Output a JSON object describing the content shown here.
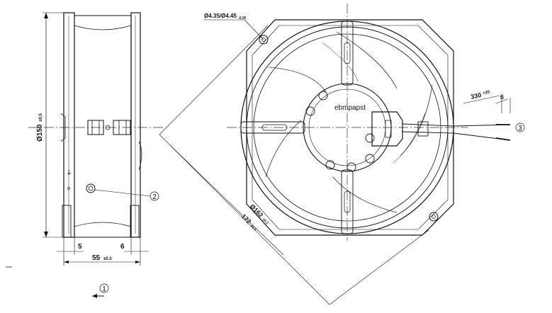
{
  "brand": "ebmpapst",
  "dimensions": {
    "hole_base": "Ø4.35/Ø4.45",
    "hole_tol": "-0.05",
    "side_diameter_base": "Ø150",
    "side_diameter_tol": "±0.5",
    "diagonal_inner_base": "Ø162",
    "diagonal_inner_tol": "±0.2",
    "diagonal_outer_base": "172",
    "diagonal_outer_tol": "±0.5",
    "lead_length_base": "330",
    "lead_length_tol": "+20",
    "strip_length": "6",
    "side_flange": "5",
    "side_right_flange": "6",
    "side_depth_base": "55",
    "side_depth_tol": "±0.3"
  },
  "callouts": [
    "1",
    "2",
    "3"
  ],
  "colors": {
    "line": "#111111",
    "background": "#ffffff"
  }
}
